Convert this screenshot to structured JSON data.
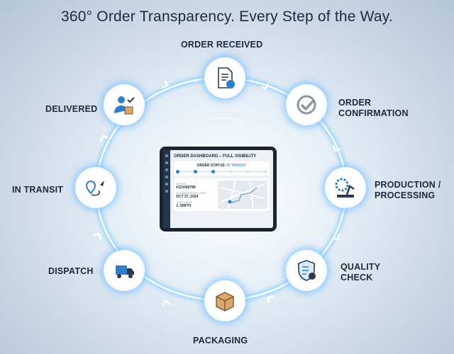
{
  "title": "360° Order Transparency. Every Step of the Way.",
  "steps": [
    {
      "label": "ORDER RECEIVED",
      "icon": "document-cart-icon"
    },
    {
      "label": "ORDER CONFIRMATION",
      "icon": "check-circle-icon"
    },
    {
      "label": "PRODUCTION / PROCESSING",
      "icon": "gear-robot-arm-icon"
    },
    {
      "label": "QUALITY CHECK",
      "icon": "shield-checklist-icon"
    },
    {
      "label": "PACKAGING",
      "icon": "box-icon"
    },
    {
      "label": "DISPATCH",
      "icon": "truck-icon"
    },
    {
      "label": "IN TRANSIT",
      "icon": "map-pins-route-icon"
    },
    {
      "label": "DELIVERED",
      "icon": "person-box-check-icon"
    }
  ],
  "dashboard": {
    "title": "ORDER DASHBOARD – FULL VISIBILITY",
    "status_label": "ORDER STATUS:",
    "status_value": "IN TRANSIT",
    "progress_step": 3,
    "progress_total": 6,
    "order_label": "ORDER",
    "order_value": "#123456789",
    "delivery_label": "ESTIMATED DELIVERY",
    "delivery_value": "OCT 27, 2024",
    "customer_label": "CUSTOMER",
    "customer_value": "J. SMITH"
  },
  "colors": {
    "accent": "#2f7fc8",
    "glow": "#7fc4ff",
    "text": "#1b2a3d"
  }
}
